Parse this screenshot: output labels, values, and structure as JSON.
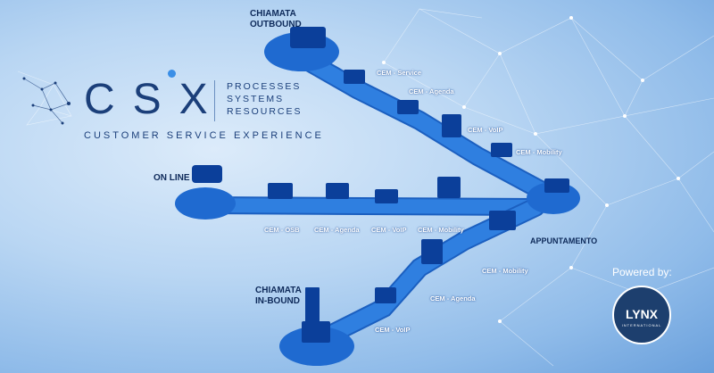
{
  "brand": {
    "logo": "CSX",
    "tagline_lines": [
      "PROCESSES",
      "SYSTEMS",
      "RESOURCES"
    ],
    "subtitle": "CUSTOMER SERVICE EXPERIENCE"
  },
  "sections": {
    "outbound": "CHIAMATA\nOUTBOUND",
    "online": "ON LINE",
    "appuntamento": "APPUNTAMENTO",
    "inbound": "CHIAMATA\nIN-BOUND"
  },
  "outbound_steps": [
    "CEM - Service",
    "CEM - Agenda",
    "CEM - VoIP",
    "CEM - Mobility"
  ],
  "online_steps": [
    "CEM - OSB",
    "CEM - Agenda",
    "CEM - VoIP",
    "CEM - Mobility"
  ],
  "inbound_steps": [
    "CEM - Mobility",
    "CEM - Agenda",
    "CEM - VoIP"
  ],
  "powered": {
    "label": "Powered by:",
    "logo": "LYNX",
    "logo_sub": "INTERNATIONAL"
  },
  "colors": {
    "path": "#2f7fe0",
    "path_edge": "#1b5fc0",
    "platform": "#1f6ad0",
    "dark_text": "#0e2a5a"
  }
}
